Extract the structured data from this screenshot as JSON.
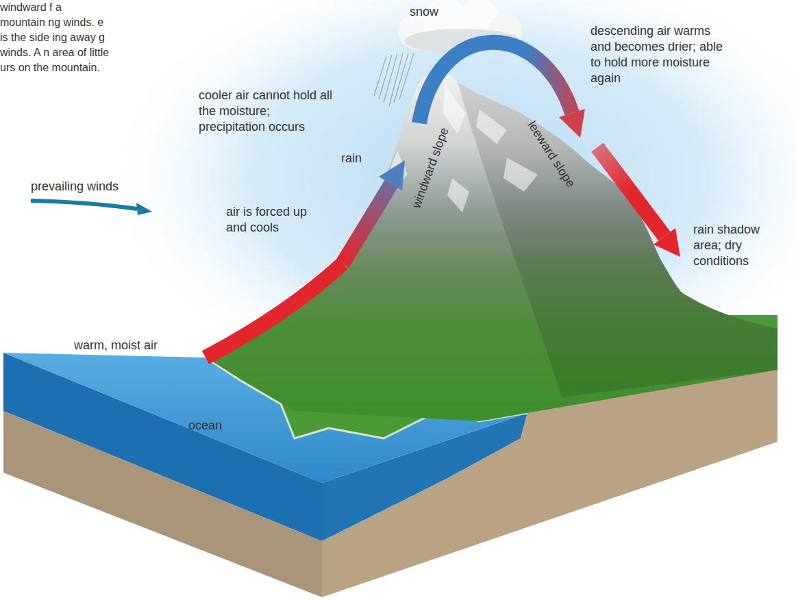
{
  "diagram": {
    "labels": [
      "windward f a mountain ng winds. e is the side ing away g winds. A n area of little urs on the mountain.",
      "cooler air cannot hold all the moisture; precipitation occurs",
      "snow",
      "descending air warms and becomes drier; able to hold more moisture again",
      "rain",
      "windward slope",
      "leeward slope",
      "air is forced up and cools",
      "rain shadow area; dry conditions",
      "prevailing winds",
      "warm, moist air",
      "ocean"
    ]
  }
}
